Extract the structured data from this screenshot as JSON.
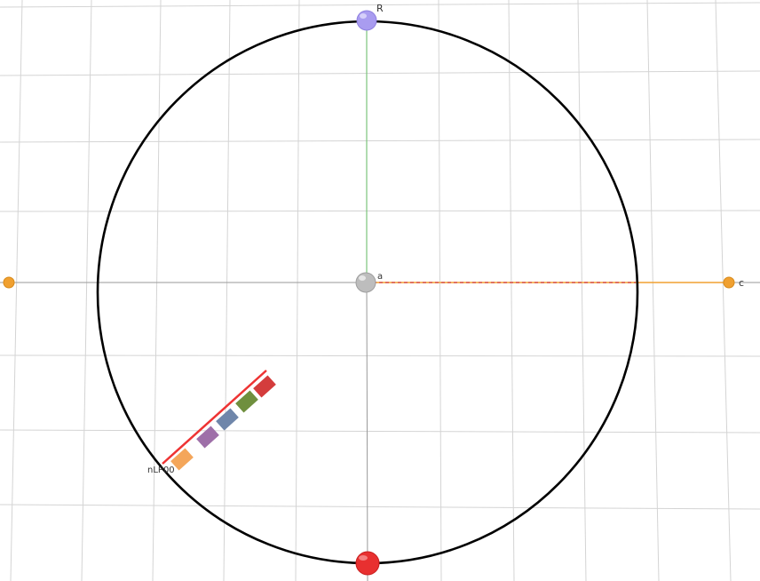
{
  "scene": {
    "labels": {
      "top_point": "R",
      "center_point": "a",
      "right_point": "c",
      "bar_label": "nLP00"
    },
    "colors": {
      "grid": "#d4d4d4",
      "axis": "#9a9a9a",
      "circle": "#000000",
      "vertical_line": "#7cc47c",
      "dashed_line": "#d9534f",
      "horizontal_line": "#f0a030",
      "top_sphere": "#a99cf0",
      "center_sphere": "#bdbdbd",
      "bottom_sphere": "#e83030",
      "endpoint_sphere": "#f0a030",
      "bar_line": "#ee3333",
      "blocks": [
        "#f4a65a",
        "#9e6fa8",
        "#6f86aa",
        "#6f8f3e",
        "#d43c3c"
      ]
    }
  }
}
